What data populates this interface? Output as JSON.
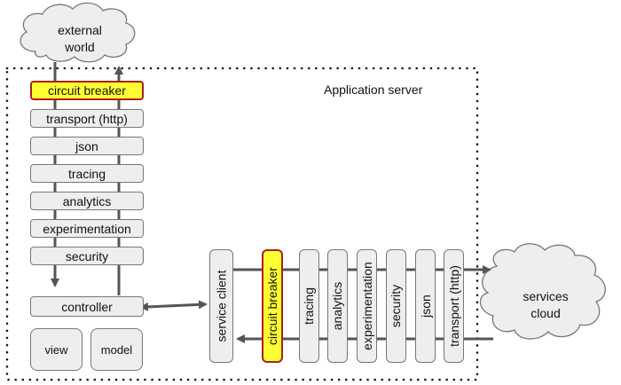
{
  "diagram": {
    "title": "Application server",
    "clouds": {
      "external": {
        "line1": "external",
        "line2": "world"
      },
      "services": {
        "line1": "services",
        "line2": "cloud"
      }
    },
    "inbound_stack": [
      {
        "label": "circuit breaker",
        "highlighted": true
      },
      {
        "label": "transport (http)",
        "highlighted": false
      },
      {
        "label": "json",
        "highlighted": false
      },
      {
        "label": "tracing",
        "highlighted": false
      },
      {
        "label": "analytics",
        "highlighted": false
      },
      {
        "label": "experimentation",
        "highlighted": false
      },
      {
        "label": "security",
        "highlighted": false
      }
    ],
    "controller": "controller",
    "view": "view",
    "model": "model",
    "outbound_stack": [
      {
        "label": "service client",
        "highlighted": false
      },
      {
        "label": "circuit breaker",
        "highlighted": true
      },
      {
        "label": "tracing",
        "highlighted": false
      },
      {
        "label": "analytics",
        "highlighted": false
      },
      {
        "label": "experimentation",
        "highlighted": false
      },
      {
        "label": "security",
        "highlighted": false
      },
      {
        "label": "json",
        "highlighted": false
      },
      {
        "label": "transport (http)",
        "highlighted": false
      }
    ],
    "colors": {
      "highlight_fill": "#ffff33",
      "highlight_border": "#a8201a",
      "box_fill": "#eeeeee",
      "cloud_fill": "#eeeeee",
      "arrow": "#555555"
    }
  }
}
